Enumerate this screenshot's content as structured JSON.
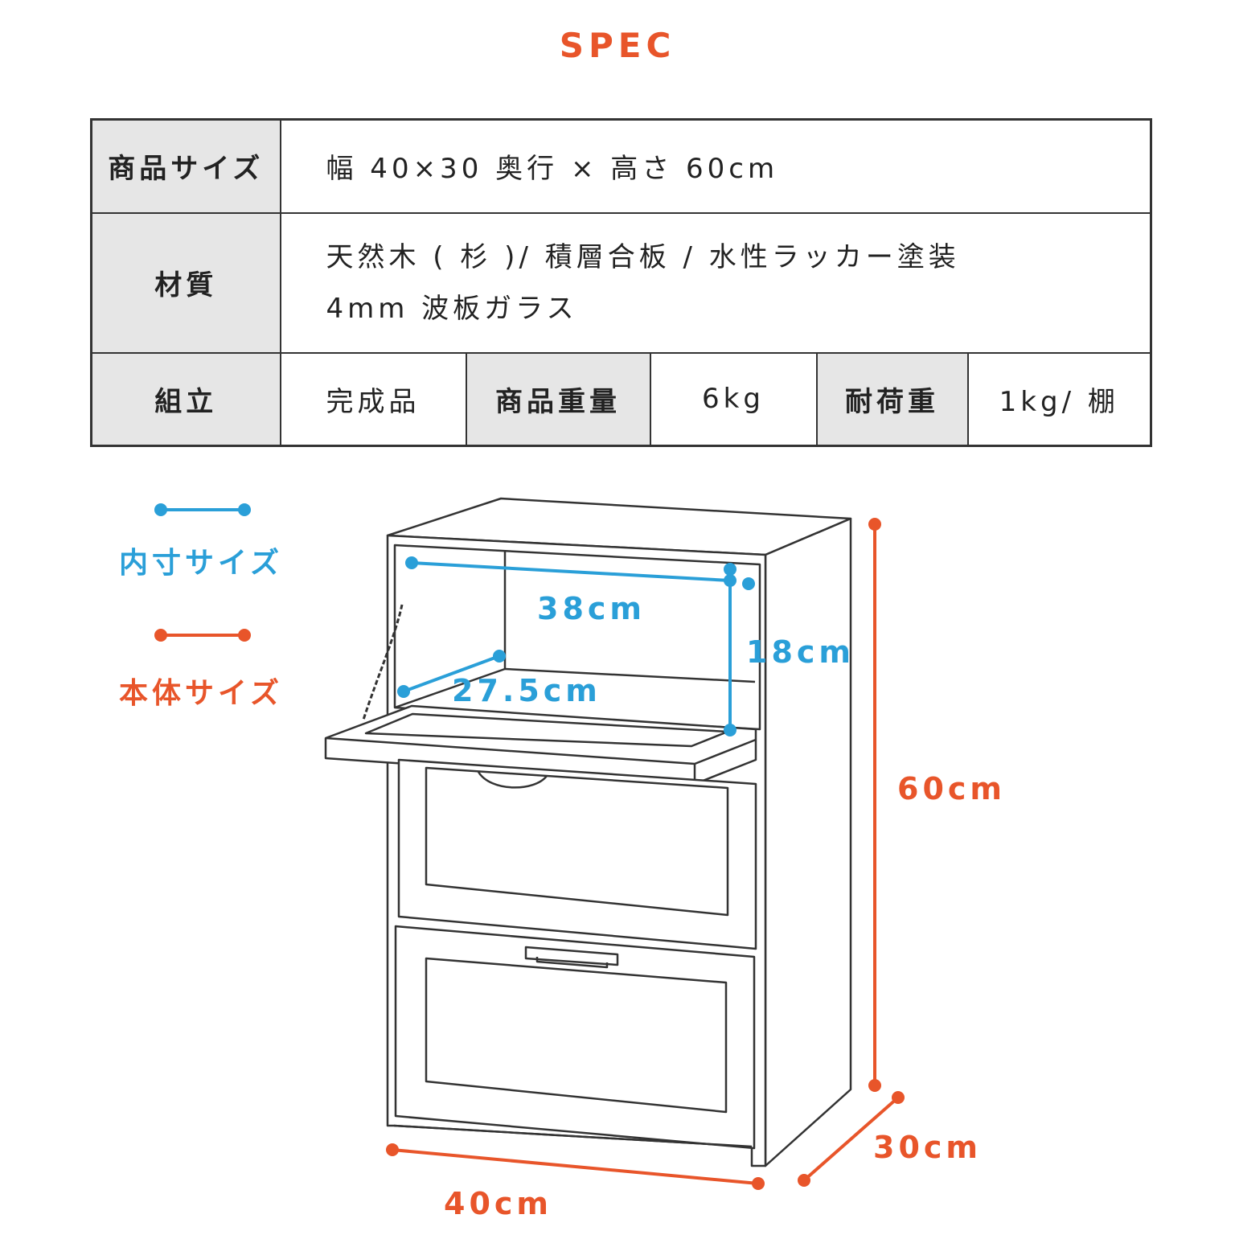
{
  "title": "SPEC",
  "spec": {
    "size_label": "商品サイズ",
    "size_value": "幅 40×30 奥行 × 高さ 60cm",
    "material_label": "材質",
    "material_line1": "天然木 ( 杉 )/ 積層合板 / 水性ラッカー塗装",
    "material_line2": "4mm 波板ガラス",
    "assembly_label": "組立",
    "assembly_value": "完成品",
    "weight_label": "商品重量",
    "weight_value": "6kg",
    "load_label": "耐荷重",
    "load_value": "1kg/ 棚"
  },
  "legend": {
    "inner_label": "内寸サイズ",
    "outer_label": "本体サイズ"
  },
  "dimensions": {
    "inner_width": "38cm",
    "inner_height": "18cm",
    "inner_depth": "27.5cm",
    "outer_height": "60cm",
    "outer_depth": "30cm",
    "outer_width": "40cm"
  },
  "colors": {
    "accent_orange": "#e8552a",
    "accent_blue": "#2a9fd8",
    "table_head_bg": "#e6e6e6",
    "line": "#333333"
  }
}
